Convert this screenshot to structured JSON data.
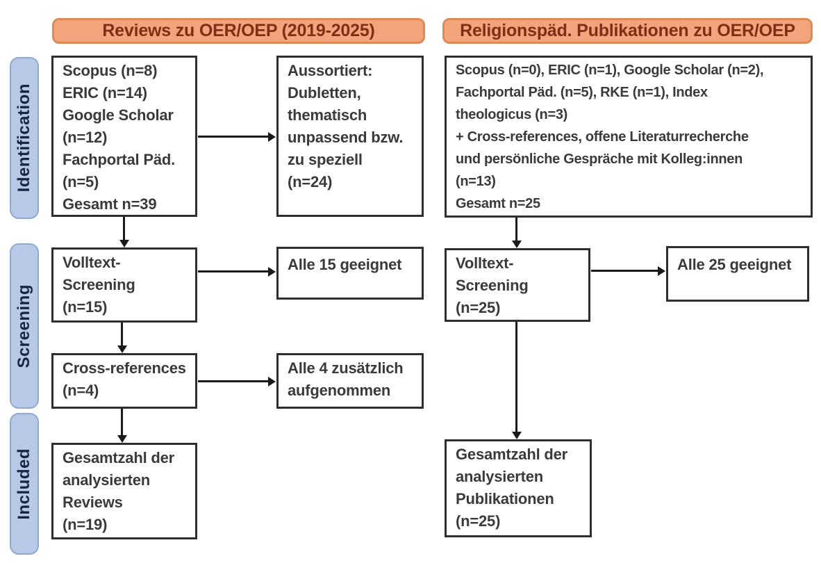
{
  "columns": [
    {
      "header": "Reviews zu OER/OEP (2019-2025)"
    },
    {
      "header": "Religionspäd. Publikationen zu OER/OEP"
    }
  ],
  "stages": [
    {
      "label": "Identification"
    },
    {
      "label": "Screening"
    },
    {
      "label": "Included"
    }
  ],
  "boxes": {
    "sources_reviews": {
      "lines": [
        "Scopus (n=8)",
        "ERIC (n=14)",
        "Google Scholar",
        "(n=12)",
        "Fachportal Päd.",
        "(n=5)",
        "Gesamt n=39"
      ]
    },
    "aussortiert": {
      "lines": [
        "Aussortiert:",
        "Dubletten,",
        "thematisch",
        "unpassend bzw.",
        "zu speziell",
        "(n=24)"
      ]
    },
    "volltext_reviews": {
      "lines": [
        "Volltext-",
        "Screening",
        "(n=15)"
      ]
    },
    "alle15": {
      "lines": [
        "Alle 15 geeignet"
      ]
    },
    "crossref": {
      "lines": [
        "Cross-references",
        "(n=4)"
      ]
    },
    "alle4": {
      "lines": [
        "Alle 4 zusätzlich",
        "aufgenommen"
      ]
    },
    "gesamt_reviews": {
      "lines": [
        "Gesamtzahl der",
        "analysierten",
        "Reviews",
        "(n=19)"
      ]
    },
    "sources_publikationen": {
      "lines": [
        "Scopus (n=0), ERIC (n=1), Google Scholar (n=2),",
        "Fachportal Päd. (n=5), RKE (n=1), Index",
        "theologicus (n=3)",
        "+ Cross-references, offene Literaturrecherche",
        "und persönliche Gespräche mit Kolleg:innen",
        "(n=13)",
        "Gesamt n=25"
      ]
    },
    "volltext_publikationen": {
      "lines": [
        "Volltext-",
        "Screening",
        "(n=25)"
      ]
    },
    "alle25": {
      "lines": [
        "Alle 25 geeignet"
      ]
    },
    "gesamt_publikationen": {
      "lines": [
        "Gesamtzahl der",
        "analysierten",
        "Publikationen",
        "(n=25)"
      ]
    }
  },
  "colors": {
    "orange_fill": "#F2A47C",
    "orange_border": "#DD8A55",
    "orange_text": "#7E2F17",
    "blue_fill": "#B7C9E6",
    "blue_border": "#8FA9D0",
    "blue_text": "#18263F",
    "box_border": "#2E2E2E",
    "box_text": "#3A3A3A",
    "arrow": "#1A1A1A",
    "bg": "#FFFFFF"
  }
}
